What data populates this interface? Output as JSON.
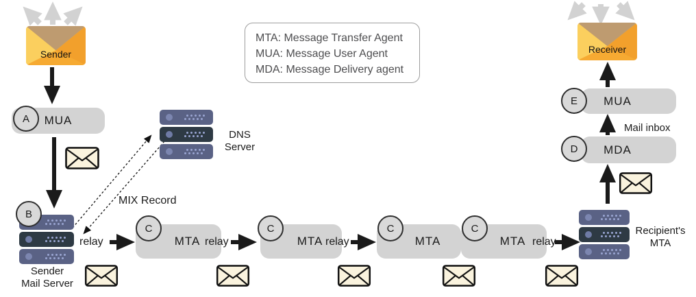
{
  "legend": {
    "lines": [
      "MTA: Message Transfer Agent",
      "MUA: Message User Agent",
      "MDA: Message Delivery agent"
    ]
  },
  "sender": {
    "label": "Sender"
  },
  "receiver": {
    "label": "Receiver"
  },
  "nodes": {
    "mua_a": {
      "badge": "A",
      "label": "MUA"
    },
    "mail_server": {
      "badge": "B",
      "label1": "Sender",
      "label2": "Mail Server"
    },
    "dns": {
      "label1": "DNS",
      "label2": "Server"
    },
    "mta": {
      "badge": "C",
      "label": "MTA"
    },
    "recipient_mta": {
      "label1": "Recipient's",
      "label2": "MTA"
    },
    "mda": {
      "badge": "D",
      "label": "MDA"
    },
    "mua_e": {
      "badge": "E",
      "label": "MUA"
    }
  },
  "labels": {
    "relay": "relay",
    "mix_record": "MIX Record",
    "mail_inbox": "Mail inbox"
  },
  "colors": {
    "node_gray": "#D3D3D3",
    "badge_fill": "#D9D9D9",
    "arrow_black": "#1A1A1A",
    "arrow_gray": "#D2D2D2",
    "mail_fill": "#FAF3DE",
    "server_light": "#5A6285",
    "server_dark": "#2E3A44",
    "envelope_body": "#F9BD45",
    "envelope_flap": "#BE9B70",
    "legend_text": "#4D4D4F"
  }
}
